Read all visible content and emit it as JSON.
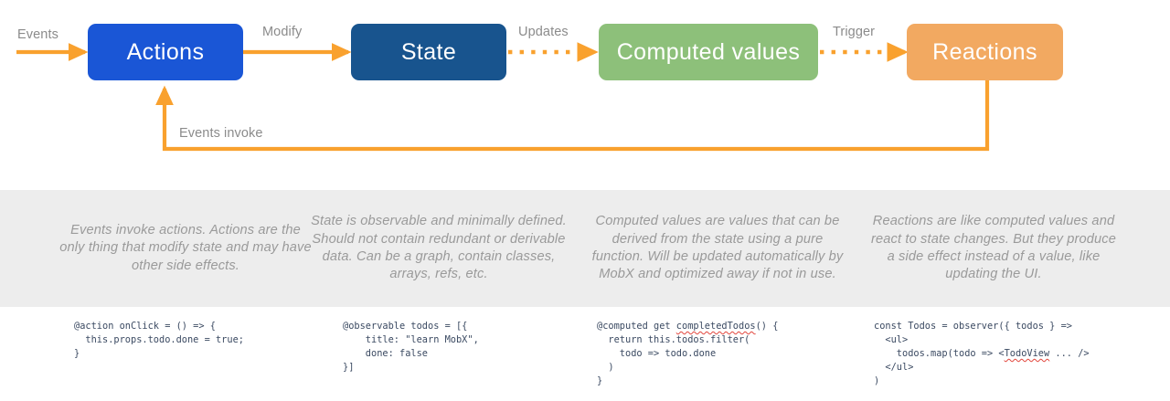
{
  "diagram": {
    "title": "MobX unidirectional data flow",
    "colors": {
      "actions": "#1a56d6",
      "state": "#18548e",
      "computed": "#8dc07a",
      "reactions": "#f2a961",
      "arrow": "#f9a12e",
      "band_bg": "#ededed",
      "label_text": "#8b8b8b",
      "description_text": "#9a9a9a",
      "code_text": "#3b4a62",
      "spellcheck_underline": "#e2453c"
    },
    "nodes": [
      {
        "id": "actions",
        "label": "Actions"
      },
      {
        "id": "state",
        "label": "State"
      },
      {
        "id": "computed",
        "label": "Computed values"
      },
      {
        "id": "reactions",
        "label": "Reactions"
      }
    ],
    "edges": [
      {
        "id": "events",
        "label": "Events",
        "from": "input",
        "to": "actions",
        "style": "solid"
      },
      {
        "id": "modify",
        "label": "Modify",
        "from": "actions",
        "to": "state",
        "style": "solid"
      },
      {
        "id": "updates",
        "label": "Updates",
        "from": "state",
        "to": "computed",
        "style": "dotted"
      },
      {
        "id": "trigger",
        "label": "Trigger",
        "from": "computed",
        "to": "reactions",
        "style": "dotted"
      },
      {
        "id": "events-invoke",
        "label": "Events invoke",
        "from": "reactions",
        "to": "actions",
        "style": "solid-loop"
      }
    ],
    "descriptions": [
      {
        "id": "actions",
        "text": "Events invoke actions. Actions are the only thing that modify state and may have other side effects."
      },
      {
        "id": "state",
        "text": "State is observable and minimally defined. Should not contain redundant or derivable data. Can be a graph, contain classes, arrays, refs, etc."
      },
      {
        "id": "computed",
        "text": "Computed values are values that can be derived from the state using a pure function. Will be updated automatically by MobX and optimized away if not in use."
      },
      {
        "id": "reactions",
        "text": "Reactions are like computed values and react to state changes. But they produce a side effect instead of a value, like updating the UI."
      }
    ],
    "code_samples": [
      {
        "id": "actions",
        "lines": [
          "@action onClick = () => {",
          "  this.props.todo.done = true;",
          "}"
        ],
        "misspelled": []
      },
      {
        "id": "state",
        "lines": [
          "@observable todos = [{",
          "    title: \"learn MobX\",",
          "    done: false",
          "}]"
        ],
        "misspelled": []
      },
      {
        "id": "computed",
        "lines": [
          "@computed get completedTodos() {",
          "  return this.todos.filter(",
          "    todo => todo.done",
          "  )",
          "}"
        ],
        "misspelled": [
          "completedTodos"
        ]
      },
      {
        "id": "reactions",
        "lines": [
          "const Todos = observer({ todos } =>",
          "  <ul>",
          "    todos.map(todo => <TodoView ... />",
          "  </ul>",
          ")"
        ],
        "misspelled": [
          "TodoView"
        ]
      }
    ]
  }
}
